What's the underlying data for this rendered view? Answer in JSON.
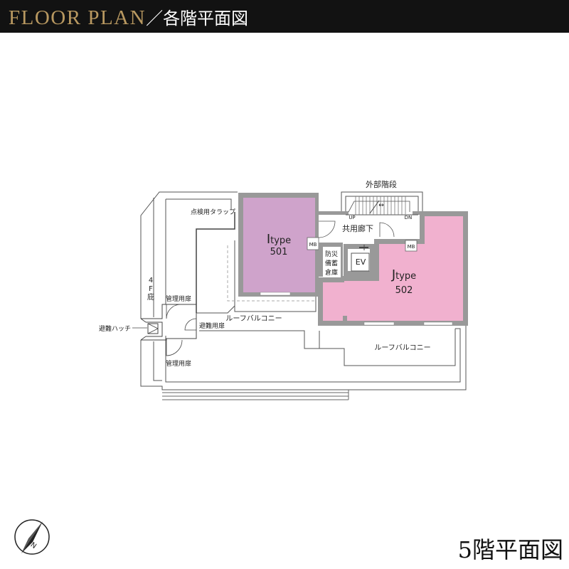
{
  "header": {
    "title_en": "FLOOR PLAN",
    "separator": "／",
    "title_ja": "各階平面図"
  },
  "floor_title": "5階平面図",
  "units": [
    {
      "type_letter": "I",
      "type_suffix": "type",
      "number": "501",
      "color": "#cfa3cb"
    },
    {
      "type_letter": "J",
      "type_suffix": "type",
      "number": "502",
      "color": "#f1b1cf"
    }
  ],
  "labels": {
    "external_stairs": "外部階段",
    "up": "UP",
    "dn": "DN",
    "common_corridor": "共用廊下",
    "inspection_trap": "点検用タラップ",
    "mb": "MB",
    "disaster_storage": [
      "防災",
      "備蓄",
      "倉庫"
    ],
    "ev": "EV",
    "roof_balcony_1": "ルーフバルコニー",
    "roof_balcony_2": "ルーフバルコニー",
    "eaves_4f": [
      "4",
      "F",
      "庇"
    ],
    "mgmt_door_1": "管理用扉",
    "mgmt_door_2": "管理用扉",
    "evac_door": "避難用扉",
    "evac_hatch": "避難ハッチ",
    "north": "N"
  },
  "colors": {
    "wall": "#999999",
    "line": "#444444",
    "dash": "#aaaaaa",
    "header_bg": "#121212",
    "gold": "#b89860"
  }
}
